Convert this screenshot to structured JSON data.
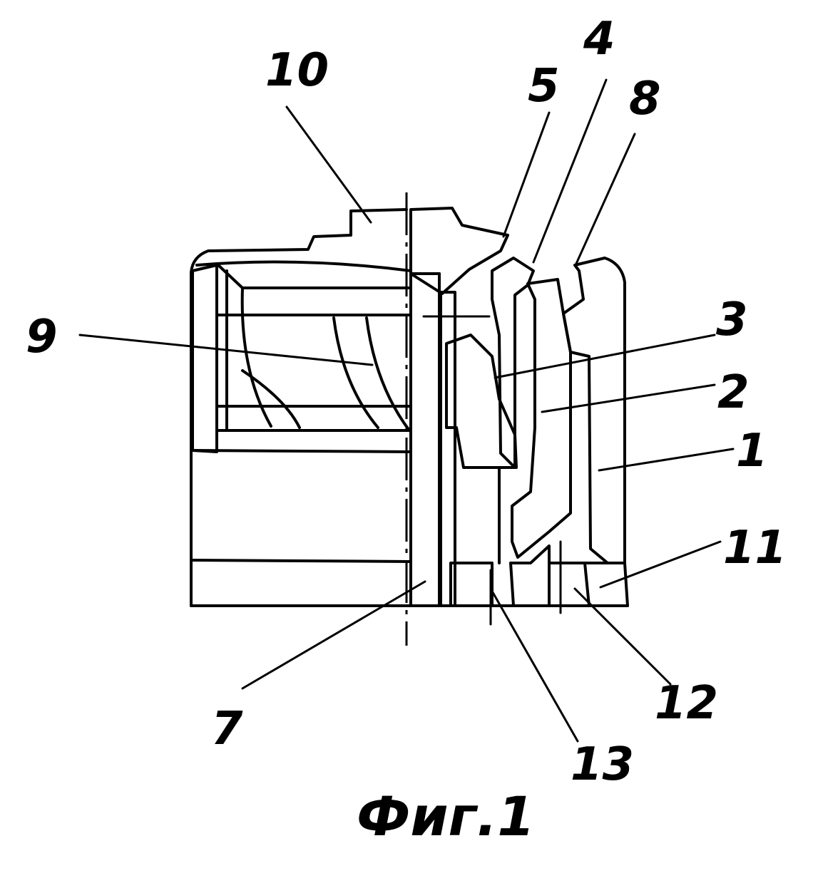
{
  "figure": {
    "caption": "Фиг.1",
    "labels": [
      {
        "id": "10",
        "text": "10"
      },
      {
        "id": "5",
        "text": "5"
      },
      {
        "id": "4",
        "text": "4"
      },
      {
        "id": "8",
        "text": "8"
      },
      {
        "id": "9",
        "text": "9"
      },
      {
        "id": "3",
        "text": "3"
      },
      {
        "id": "2",
        "text": "2"
      },
      {
        "id": "1",
        "text": "1"
      },
      {
        "id": "11",
        "text": "11"
      },
      {
        "id": "7",
        "text": "7"
      },
      {
        "id": "13",
        "text": "13"
      },
      {
        "id": "12",
        "text": "12"
      }
    ]
  }
}
